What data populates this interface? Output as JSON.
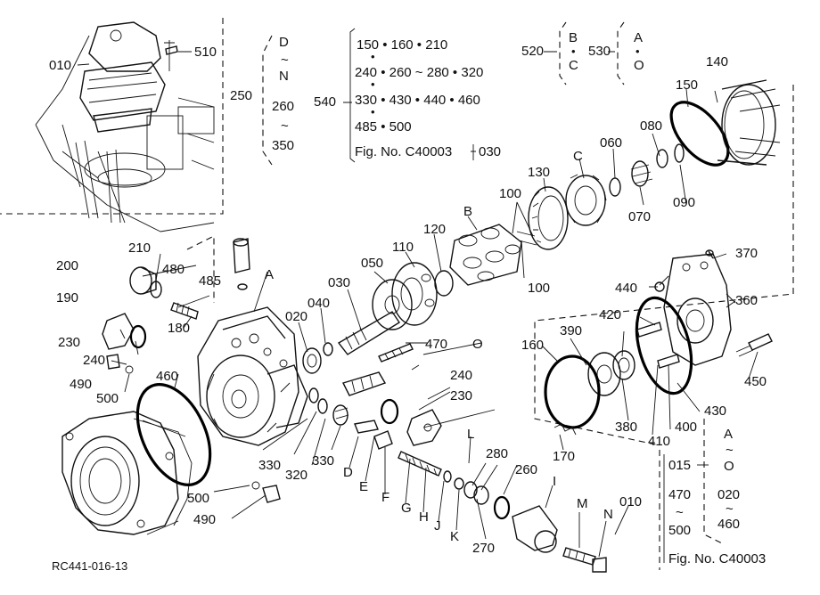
{
  "figure_code": "RC441-016-13",
  "part_labels": {
    "p010a": "010",
    "p510": "510",
    "p250": "250",
    "p540": "540",
    "p520": "520",
    "p530": "530",
    "p140": "140",
    "p150": "150",
    "p060": "060",
    "p080": "080",
    "p070": "070",
    "p090": "090",
    "pC": "C",
    "p130": "130",
    "p100a": "100",
    "p100b": "100",
    "pB": "B",
    "p120": "120",
    "p110": "110",
    "p050": "050",
    "p030": "030",
    "p040": "040",
    "p020": "020",
    "p210": "210",
    "p200": "200",
    "p480": "480",
    "p485": "485",
    "pA": "A",
    "p190": "190",
    "p180": "180",
    "p230a": "230",
    "p240a": "240",
    "p490a": "490",
    "p500a": "500",
    "p460": "460",
    "p470": "470",
    "pO": "O",
    "p240b": "240",
    "p230b": "230",
    "p330a": "330",
    "p320": "320",
    "p330b": "330",
    "pD": "D",
    "pE": "E",
    "pF": "F",
    "pG": "G",
    "pH": "H",
    "pJ": "J",
    "pK": "K",
    "pL": "L",
    "p280": "280",
    "p260": "260",
    "p270": "270",
    "pI": "I",
    "pM": "M",
    "pN": "N",
    "p010b": "010",
    "p500b": "500",
    "p490b": "490",
    "p370": "370",
    "p440": "440",
    "p360": "360",
    "p420": "420",
    "p390": "390",
    "p160": "160",
    "p380": "380",
    "p410": "410",
    "p400": "400",
    "p430": "430",
    "p450": "450",
    "p170": "170"
  },
  "range_d_n": {
    "from": "D",
    "to": "N",
    "n1": "260",
    "n2": "350"
  },
  "range_540": {
    "line1": "150 • 160 • 210",
    "line2": "240 • 260 ~ 280 • 320",
    "line3": "330 • 430 • 440 • 460",
    "line4": "485 • 500",
    "ref": "Fig. No. C40003",
    "ref_part": "030"
  },
  "range_520": {
    "top": "B",
    "bottom": "C"
  },
  "range_530": {
    "top": "A",
    "bottom": "O"
  },
  "range_bottom_right": {
    "col1_top": "015",
    "col1_mid": "470",
    "col1_bot": "500",
    "col2_top": "A",
    "col2_mid": "O",
    "col2_v1": "020",
    "col2_v2": "460",
    "ref": "Fig. No. C40003"
  }
}
